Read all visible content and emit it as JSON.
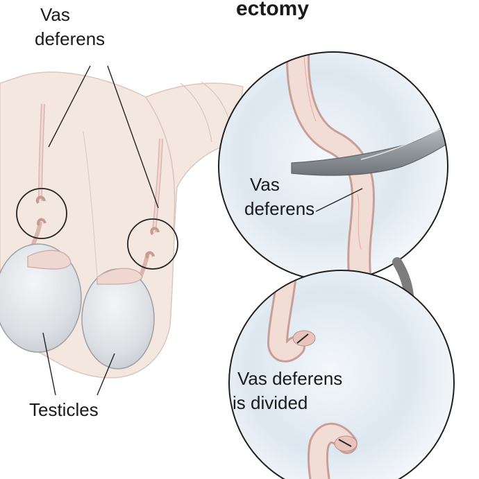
{
  "title_fragment": "ectomy",
  "labels": {
    "vas_deferens_top": [
      "Vas",
      "deferens"
    ],
    "vas_deferens_inset": [
      "Vas",
      "deferens"
    ],
    "divided": [
      "Vas deferens",
      "is divided"
    ],
    "testicles": "Testicles"
  },
  "colors": {
    "skin": "#f1e4dc",
    "skin_shadow": "#e2cfc4",
    "testicle": "#e6e8eb",
    "tissue": "#efd6d0",
    "inset_bg": "#dbe6f0",
    "instrument": "#b8bcc0",
    "arrow": "#7c7c7c"
  }
}
